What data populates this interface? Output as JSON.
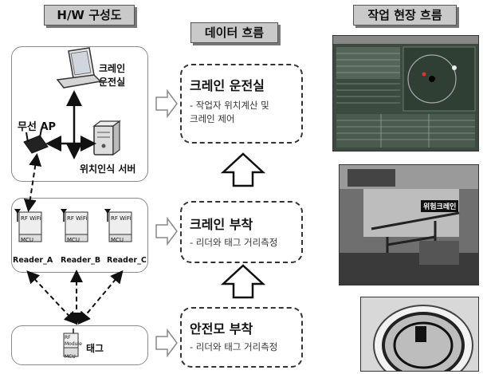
{
  "hw": {
    "title": "H/W 구성도",
    "crane_room": "크레인\n운전실",
    "ap": "무선 AP",
    "server": "위치인식 서버",
    "readers": [
      "Reader_A",
      "Reader_B",
      "Reader_C"
    ],
    "tag": "태그"
  },
  "flow": {
    "title": "데이터 흐름",
    "steps": [
      {
        "title": "크레인 운전실",
        "sub": "- 작업자 위치계산 및\n크레인 제어"
      },
      {
        "title": "크레인 부착",
        "sub": "- 리더와 태그 거리측정"
      },
      {
        "title": "안전모 부착",
        "sub": "- 리더와 태그 거리측정"
      }
    ]
  },
  "site": {
    "title": "작업 현장 흐름",
    "photo_label": "위험크레인"
  }
}
